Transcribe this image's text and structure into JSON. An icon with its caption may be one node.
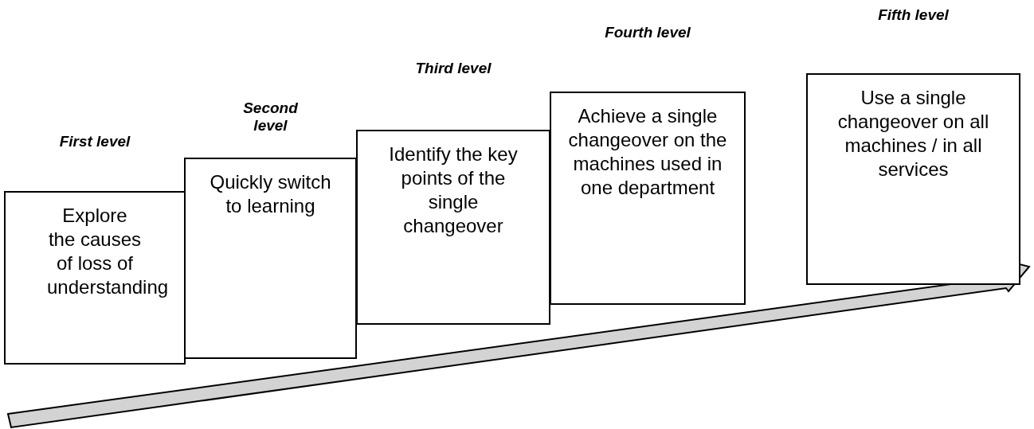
{
  "diagram": {
    "nodes": [
      {
        "text": [
          "First level",
          "Explore the causes of loss of understanding"
        ]
      },
      {
        "text": [
          "Second level",
          "Quickly switch to learning"
        ]
      },
      {
        "text": [
          "Third level",
          "Identify the key points of the single changeover"
        ]
      },
      {
        "text": [
          "Fourth level",
          "Achieve a single changeover on the machines used in one department"
        ]
      },
      {
        "text": [
          "Fifth level",
          "Use a single changeover on all machines / in all services"
        ]
      }
    ]
  }
}
